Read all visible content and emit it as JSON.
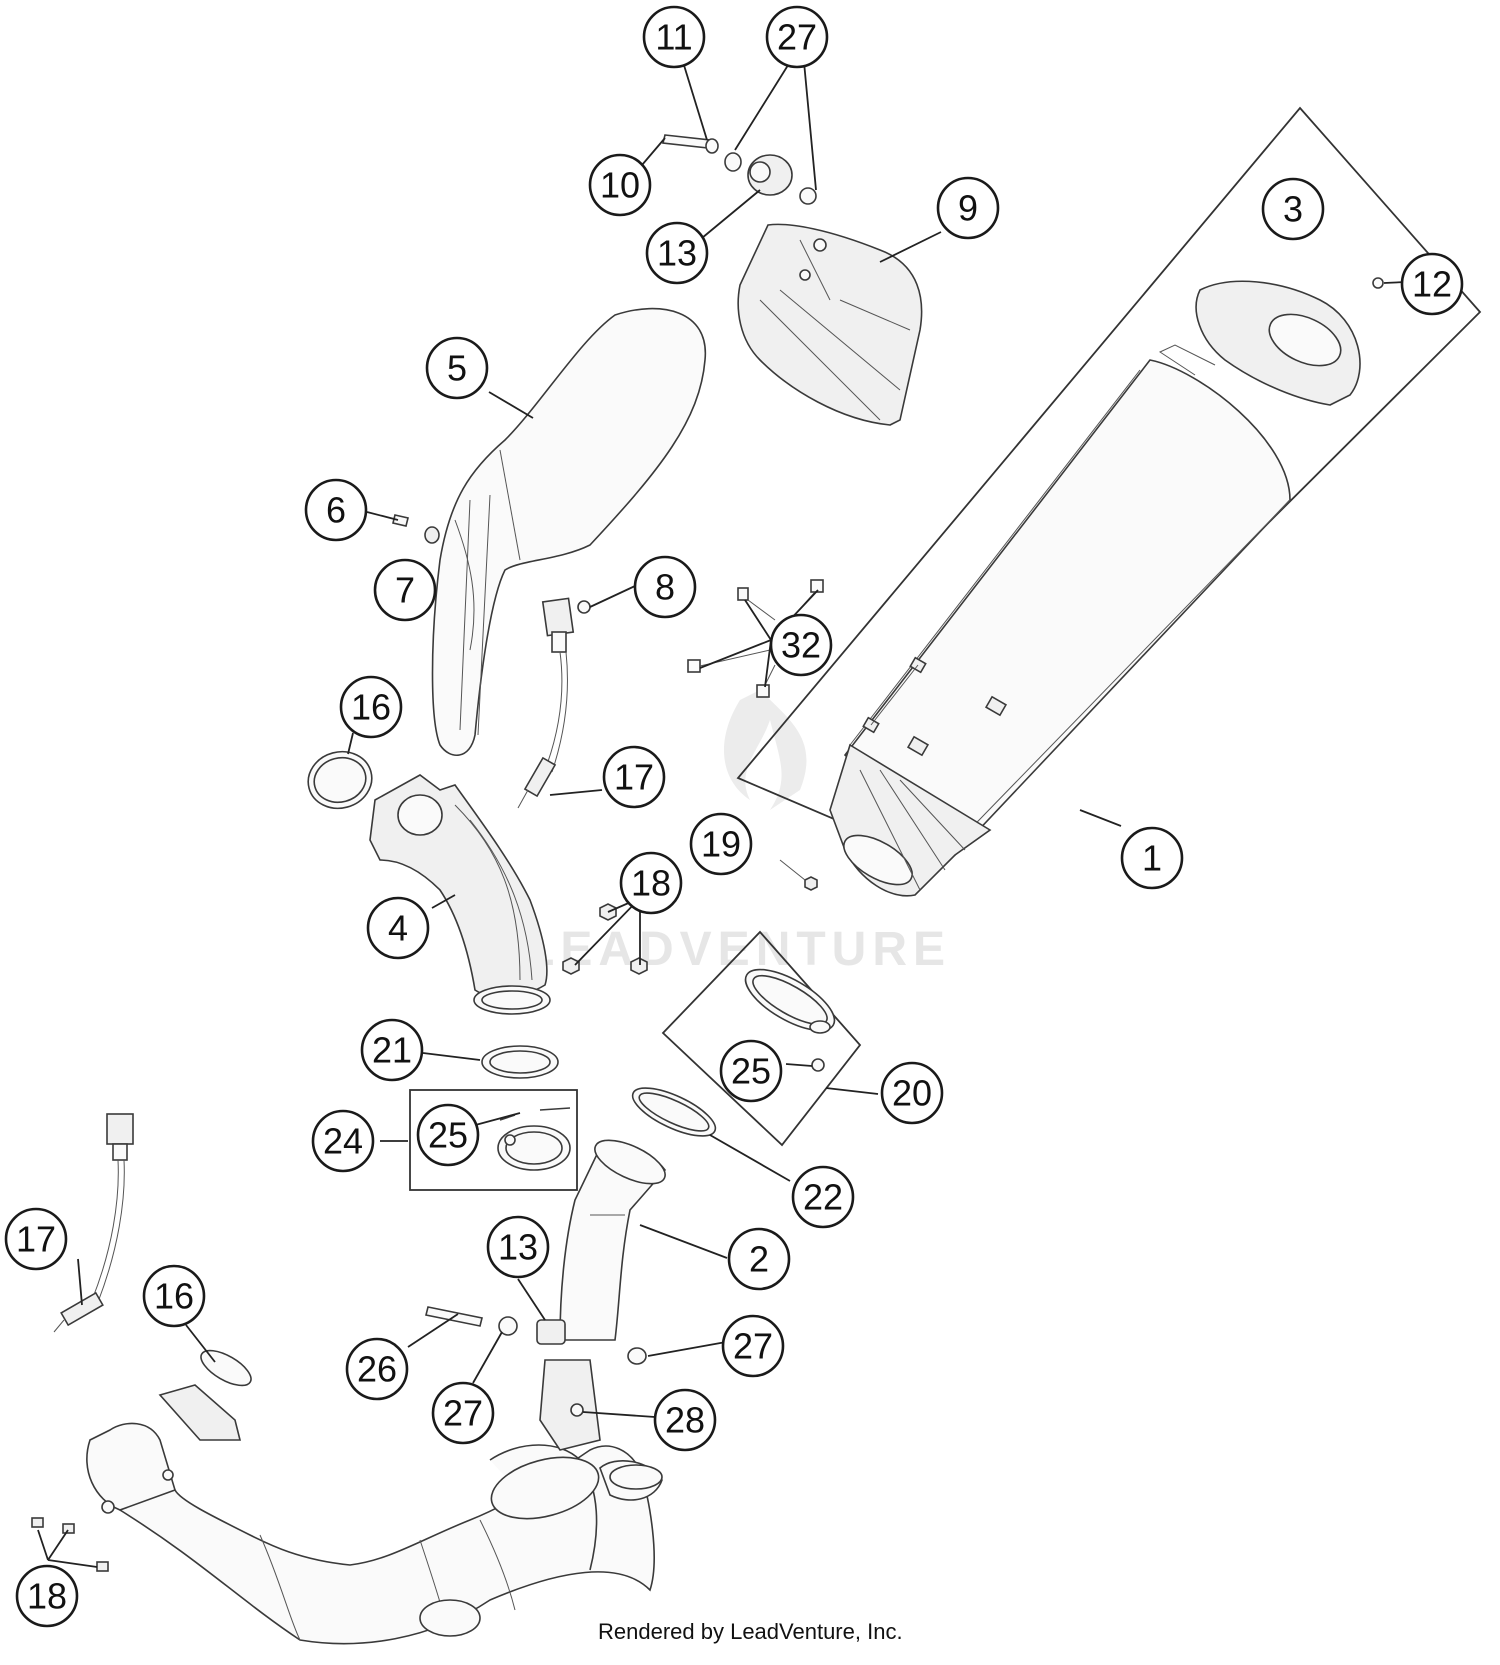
{
  "callouts": [
    {
      "id": "c-11",
      "label": "11"
    },
    {
      "id": "c-27-top",
      "label": "27"
    },
    {
      "id": "c-10",
      "label": "10"
    },
    {
      "id": "c-13-top",
      "label": "13"
    },
    {
      "id": "c-9",
      "label": "9"
    },
    {
      "id": "c-3",
      "label": "3"
    },
    {
      "id": "c-12",
      "label": "12"
    },
    {
      "id": "c-5",
      "label": "5"
    },
    {
      "id": "c-6",
      "label": "6"
    },
    {
      "id": "c-7",
      "label": "7"
    },
    {
      "id": "c-8",
      "label": "8"
    },
    {
      "id": "c-32",
      "label": "32"
    },
    {
      "id": "c-16-top",
      "label": "16"
    },
    {
      "id": "c-17-top",
      "label": "17"
    },
    {
      "id": "c-19",
      "label": "19"
    },
    {
      "id": "c-1",
      "label": "1"
    },
    {
      "id": "c-18-mid",
      "label": "18"
    },
    {
      "id": "c-4",
      "label": "4"
    },
    {
      "id": "c-21",
      "label": "21"
    },
    {
      "id": "c-25-right",
      "label": "25"
    },
    {
      "id": "c-20",
      "label": "20"
    },
    {
      "id": "c-24",
      "label": "24"
    },
    {
      "id": "c-25-left",
      "label": "25"
    },
    {
      "id": "c-22",
      "label": "22"
    },
    {
      "id": "c-2",
      "label": "2"
    },
    {
      "id": "c-17-bottom",
      "label": "17"
    },
    {
      "id": "c-13-bottom",
      "label": "13"
    },
    {
      "id": "c-16-bottom",
      "label": "16"
    },
    {
      "id": "c-26",
      "label": "26"
    },
    {
      "id": "c-27-bottom-right",
      "label": "27"
    },
    {
      "id": "c-27-bottom-left",
      "label": "27"
    },
    {
      "id": "c-28",
      "label": "28"
    },
    {
      "id": "c-18-bottom",
      "label": "18"
    }
  ],
  "watermark": "LEADVENTURE",
  "credit": "Rendered by LeadVenture, Inc."
}
